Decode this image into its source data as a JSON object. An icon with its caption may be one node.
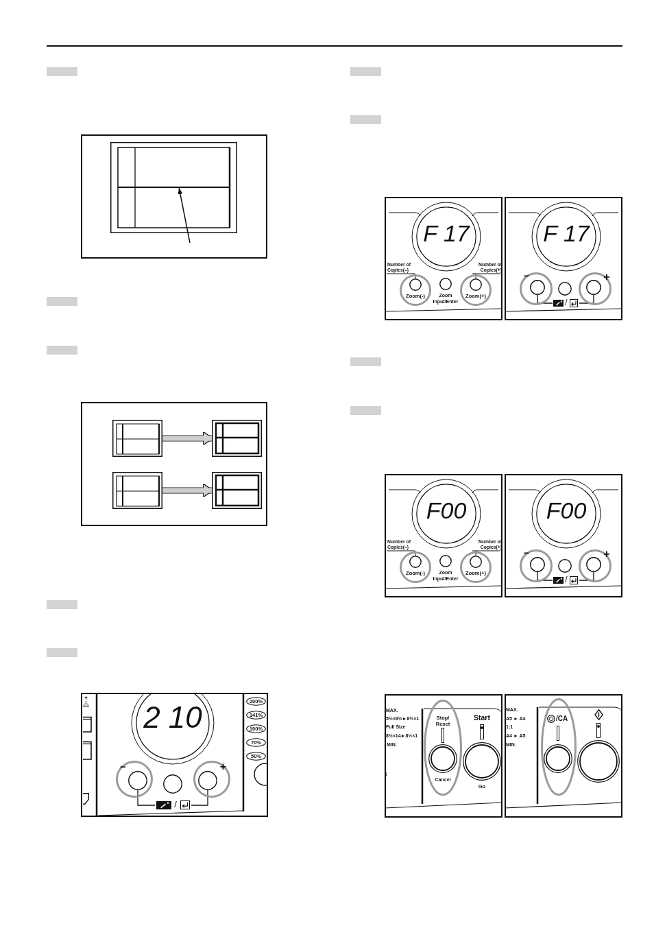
{
  "diagram": {
    "nodes": [
      {
        "text": [],
        "shape": "box"
      },
      {
        "text": [],
        "shape": "bar",
        "in": 0
      },
      {
        "text": [],
        "shape": "box"
      },
      {
        "text": [],
        "shape": "box"
      },
      {
        "text": [],
        "shape": "box"
      },
      {
        "text": [],
        "shape": "box"
      },
      {
        "text": [
          "/"
        ]
      },
      {
        "text": [
          "2 10"
        ],
        "in": 6
      },
      {
        "text": [
          "−"
        ],
        "in": 6
      },
      {
        "text": [
          "+"
        ],
        "in": 6
      },
      {
        "text": [
          "200%"
        ],
        "in": 6
      },
      {
        "text": [
          "141%"
        ],
        "in": 6
      },
      {
        "text": [
          "100%"
        ],
        "in": 6
      },
      {
        "text": [
          "70%"
        ],
        "in": 6
      },
      {
        "text": [
          "50%"
        ],
        "in": 6
      },
      {
        "text": [
          "Number of Copies(–)",
          "Number of Copies(+)",
          "Zoom Input/Enter"
        ]
      },
      {
        "text": [
          "F 17"
        ],
        "in": 15
      },
      {
        "text": [
          "Zoom(-)"
        ],
        "in": 15
      },
      {
        "text": [
          "Zoom(+)"
        ],
        "in": 15
      },
      {
        "text": [
          "/"
        ]
      },
      {
        "text": [
          "F 17"
        ],
        "in": 19
      },
      {
        "text": [
          "−"
        ],
        "in": 19
      },
      {
        "text": [
          "+"
        ],
        "in": 19
      },
      {
        "text": [
          "Number of Copies(–)",
          "Number of Copies(+)",
          "Zoom Input/Enter"
        ]
      },
      {
        "text": [
          "F00"
        ],
        "in": 23
      },
      {
        "text": [
          "Zoom(-)"
        ],
        "in": 23
      },
      {
        "text": [
          "Zoom(+)"
        ],
        "in": 23
      },
      {
        "text": [
          "/"
        ]
      },
      {
        "text": [
          "F00"
        ],
        "in": 27
      },
      {
        "text": [
          "−"
        ],
        "in": 27
      },
      {
        "text": [
          "+"
        ],
        "in": 27
      },
      {
        "text": [
          "MAX.",
          "5½×8½►8½×1",
          "Full Size",
          "8½×14►8½×1",
          "MIN.",
          "t",
          "Start",
          "Go"
        ]
      },
      {
        "text": [
          "Stop/ Reset",
          "Cancel"
        ],
        "in": 31
      },
      {
        "text": [
          "MAX.",
          "A5 ► A4",
          "1:1",
          "A4 ► A5",
          "MIN."
        ]
      },
      {
        "text": [
          "/CA"
        ],
        "in": 33
      }
    ],
    "edges": [
      {
        "from": null,
        "to": 1,
        "arrow": "to",
        "color": "#111111"
      },
      {
        "from": 2,
        "to": 3,
        "arrow": "to"
      },
      {
        "from": 4,
        "to": 5,
        "arrow": "to"
      }
    ]
  }
}
